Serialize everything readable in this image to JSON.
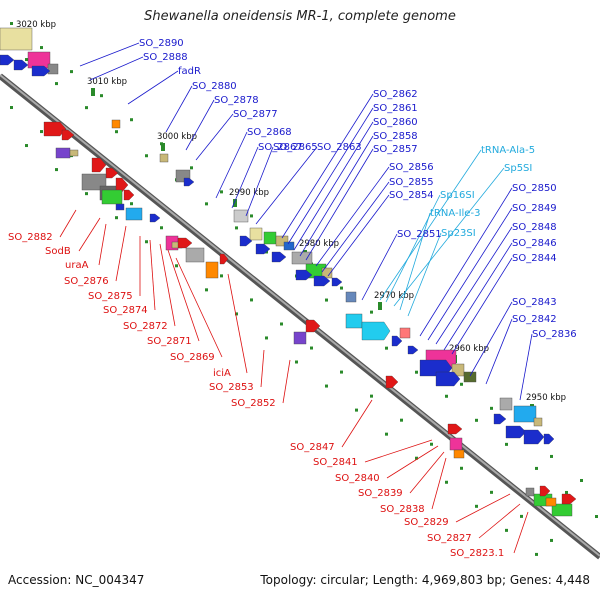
{
  "title": "Shewanella oneidensis MR-1, complete genome",
  "footer": {
    "accession": "Accession: NC_004347",
    "summary": "Topology: circular; Length: 4,969,803 bp; Genes: 4,448"
  },
  "colors": {
    "forward_label": "#1a1acc",
    "reverse_label": "#dd1111",
    "rna_label": "#22aadd",
    "backbone": "#777777",
    "tick": "#2a8a2a"
  },
  "ruler_ticks": [
    "3020 kbp",
    "3010 kbp",
    "3000 kbp",
    "2990 kbp",
    "2980 kbp",
    "2970 kbp",
    "2960 kbp",
    "2950 kbp"
  ],
  "forward_labels": [
    "SO_2890",
    "SO_2888",
    "fadR",
    "SO_2880",
    "SO_2878",
    "SO_2877",
    "SO_2868",
    "SO_2867",
    "SO_2865",
    "SO_2863",
    "SO_2862",
    "SO_2861",
    "SO_2860",
    "SO_2858",
    "SO_2857",
    "SO_2856",
    "SO_2855",
    "SO_2854",
    "SO_2851",
    "SO_2850",
    "SO_2849",
    "SO_2848",
    "SO_2846",
    "SO_2844",
    "SO_2843",
    "SO_2842",
    "SO_2836"
  ],
  "rna_labels": [
    "tRNA-Ala-5",
    "Sp5SI",
    "Sp16SI",
    "tRNA-Ile-3",
    "Sp23SI"
  ],
  "reverse_labels": [
    "SO_2882",
    "SodB",
    "uraA",
    "SO_2876",
    "SO_2875",
    "SO_2874",
    "SO_2872",
    "SO_2871",
    "SO_2869",
    "iciA",
    "SO_2853",
    "SO_2852",
    "SO_2847",
    "SO_2841",
    "SO_2840",
    "SO_2839",
    "SO_2838",
    "SO_2829",
    "SO_2827",
    "SO_2823.1"
  ]
}
